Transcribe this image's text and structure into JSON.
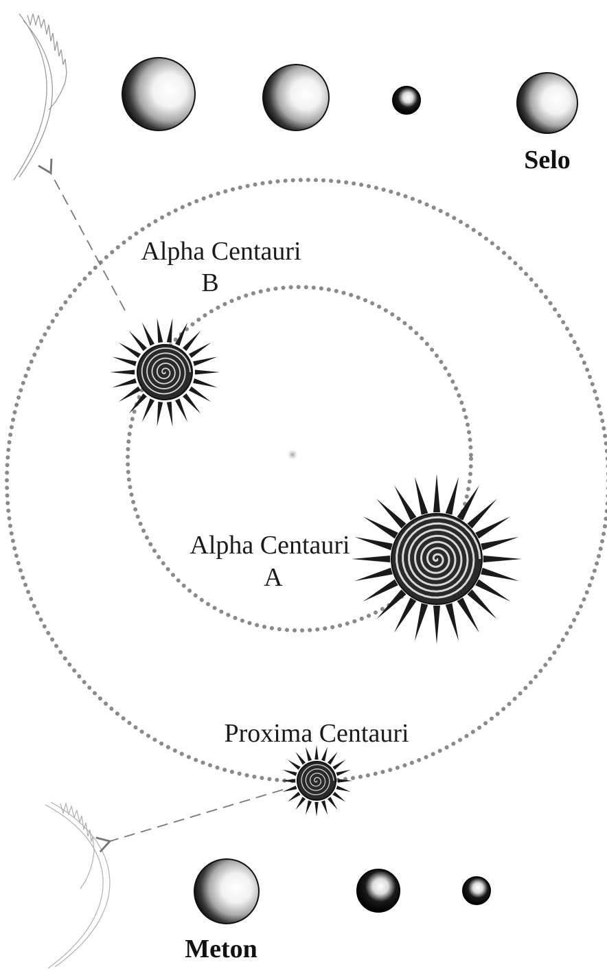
{
  "labels": {
    "alpha_b_line1": "Alpha Centauri",
    "alpha_b_line2": "B",
    "alpha_a_line1": "Alpha Centauri",
    "alpha_a_line2": "A",
    "proxima": "Proxima Centauri",
    "selo": "Selo",
    "meton": "Meton"
  },
  "colors": {
    "orbit": "#8a8a8a",
    "ink": "#1a1a1a",
    "arrow": "#777777",
    "sketch": "#9a9a9a"
  },
  "icons": {
    "star_a": "sun-icon",
    "star_b": "sun-icon",
    "star_proxima": "sun-icon",
    "planet": "planet-sphere-icon"
  }
}
